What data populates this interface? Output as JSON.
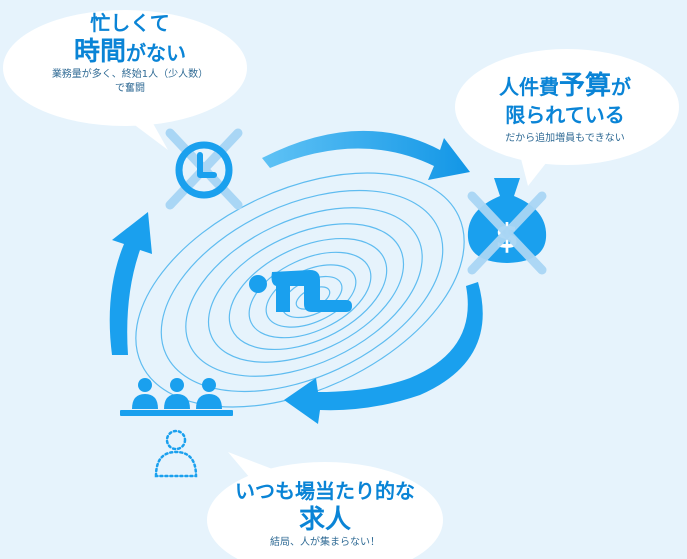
{
  "bubbles": {
    "busy": {
      "line1": "忙しくて",
      "line2_emph": "時間",
      "line2_rest": "がない",
      "note1": "業務量が多く、終始1人（少人数）",
      "note2": "で奮闘"
    },
    "budget": {
      "line1_a": "人件費",
      "line1_emph": "予算",
      "line1_b": "が",
      "line2": "限られている",
      "note": "だから追加増員もできない"
    },
    "hiring": {
      "line1": "いつも場当たり的な",
      "line2": "求人",
      "note": "結局、人が集まらない！"
    }
  },
  "icons": {
    "clock": "clock-crossed-icon",
    "money": "money-bag-crossed-icon",
    "people": "interviewers-icon",
    "candidate": "empty-candidate-icon",
    "figure": "kneeling-person-icon"
  },
  "colors": {
    "background": "#e6f3fc",
    "accent": "#1aa0ee",
    "text": "#0a84d6",
    "cross": "#a9d6f5",
    "bubble": "#ffffff"
  },
  "money_symbol": "$"
}
